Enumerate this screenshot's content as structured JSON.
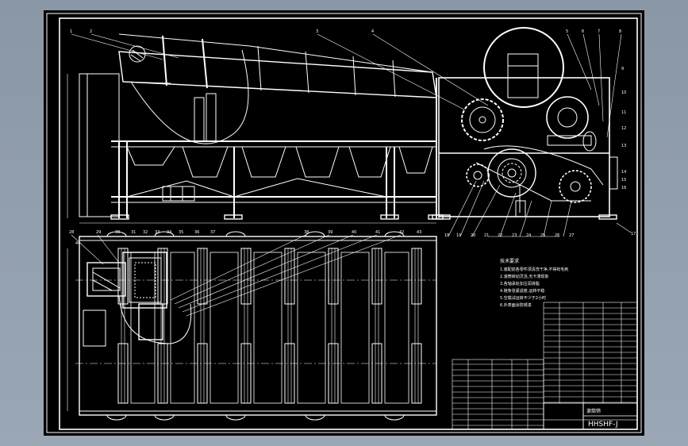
{
  "colors": {
    "workspace": "#8f9cab",
    "sheet": "#000000",
    "line": "#ffffff",
    "highlight": "#ffffff"
  },
  "notes": {
    "heading": "技术要求",
    "lines": [
      "1.装配前各零件须清洗干净,不得有毛刺",
      "2.滚筒转动灵活,无卡滞现象",
      "3.各轴承处加注润滑脂",
      "4.链条张紧适度,运转平稳",
      "5.空载试运转不少于2小时",
      "6.外表面涂防锈漆"
    ]
  },
  "title_block": {
    "drawing_no": "滚筒筛",
    "name": "HHSHF-J"
  },
  "callouts_front": [
    "1",
    "2",
    "3",
    "4"
  ],
  "callouts_right": [
    "5",
    "6",
    "7",
    "8",
    "9",
    "10",
    "11",
    "12",
    "13",
    "14",
    "15",
    "16",
    "17"
  ],
  "callouts_bottom": [
    "18",
    "19",
    "20",
    "21",
    "22",
    "23",
    "24",
    "25",
    "26",
    "27",
    "28",
    "29",
    "30",
    "31",
    "32",
    "33",
    "34",
    "35",
    "36",
    "37",
    "38",
    "39",
    "40",
    "41",
    "42",
    "43",
    "44"
  ]
}
